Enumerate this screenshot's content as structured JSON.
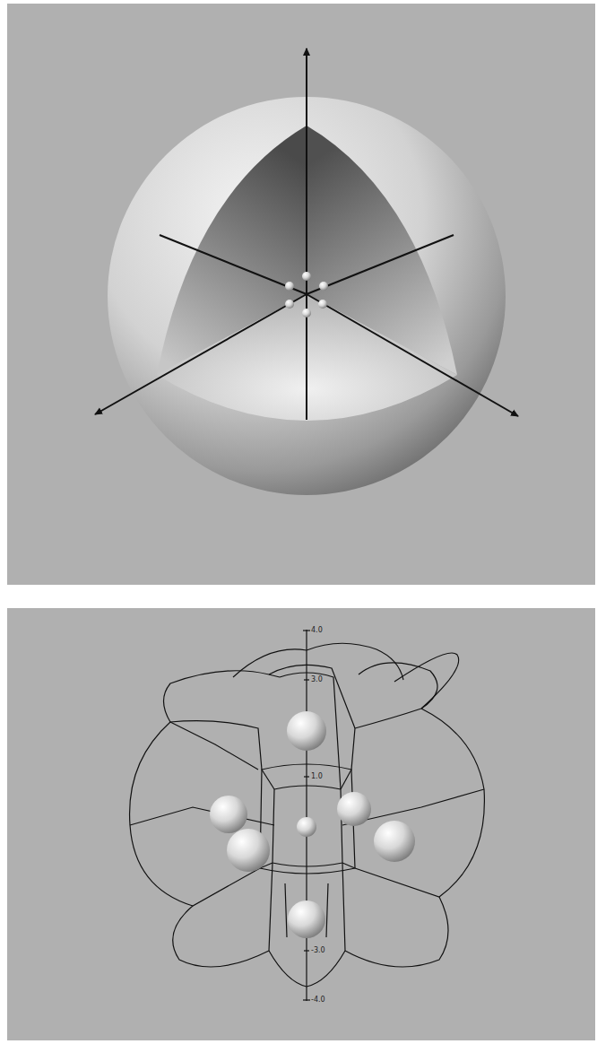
{
  "diagram": {
    "labels": [
      "4.0",
      "3.0",
      "1.0",
      "-3.0",
      "-4.0"
    ]
  }
}
